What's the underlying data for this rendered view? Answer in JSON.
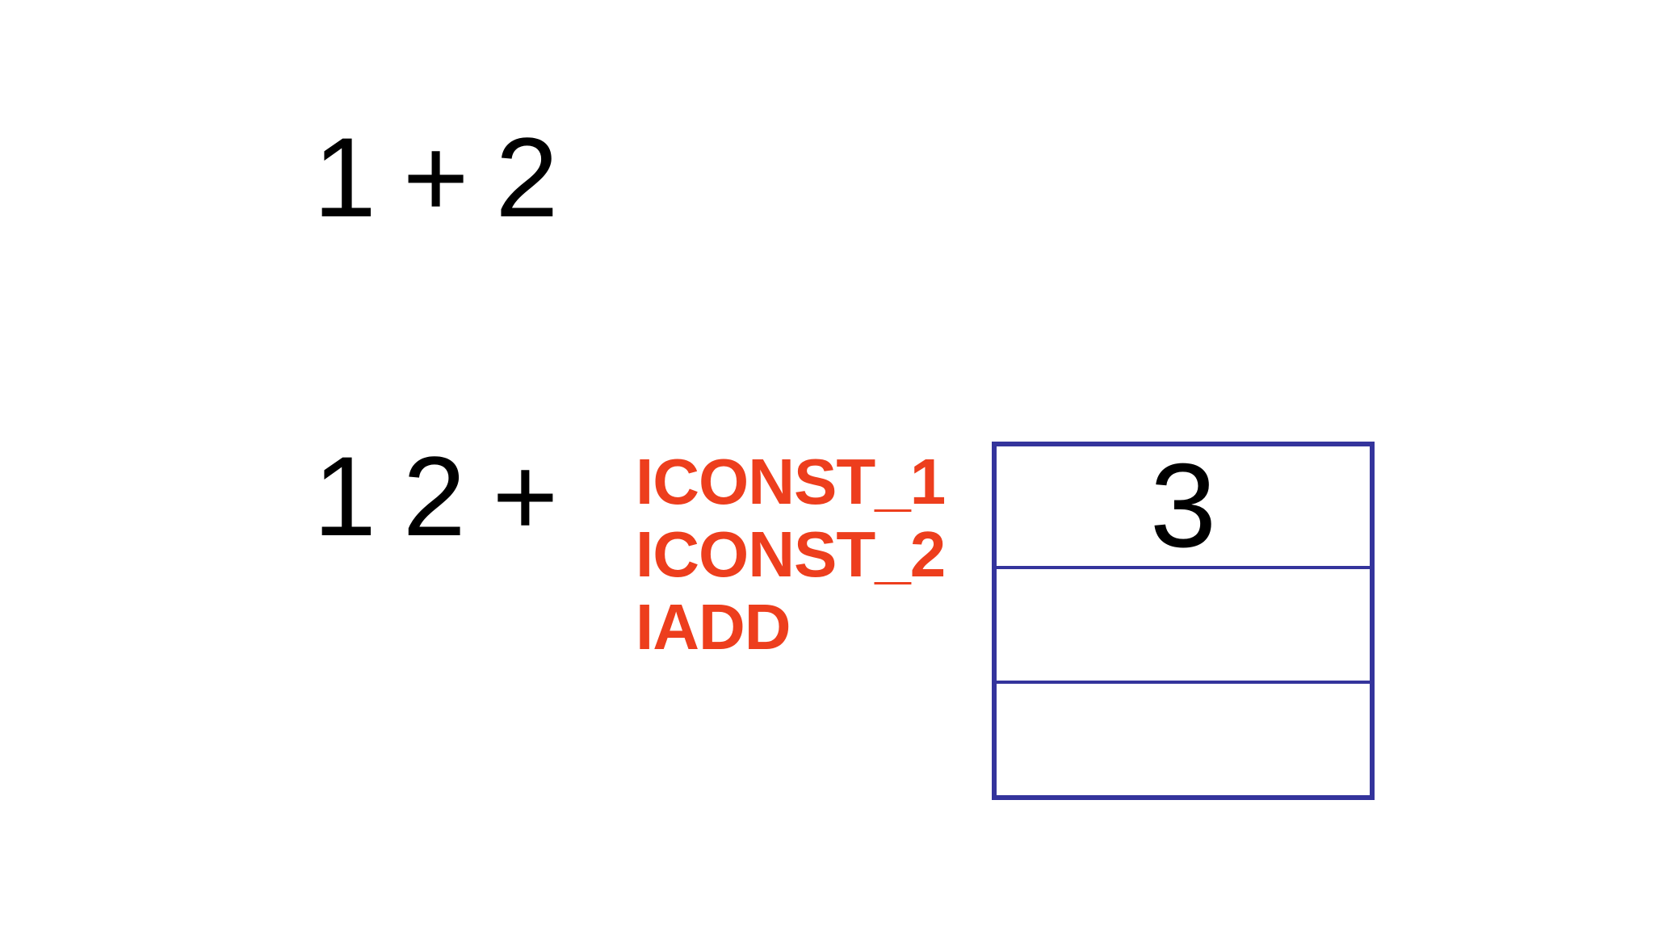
{
  "colors": {
    "background": "#ffffff",
    "text": "#000000",
    "bytecode": "#ED3E1D",
    "stack_border": "#34349C"
  },
  "expressions": {
    "infix": "1 + 2",
    "postfix": "1 2 +"
  },
  "bytecode": {
    "instructions": [
      "ICONST_1",
      "ICONST_2",
      "IADD"
    ]
  },
  "stack": {
    "slots": [
      {
        "value": "3"
      },
      {
        "value": ""
      },
      {
        "value": ""
      }
    ]
  }
}
